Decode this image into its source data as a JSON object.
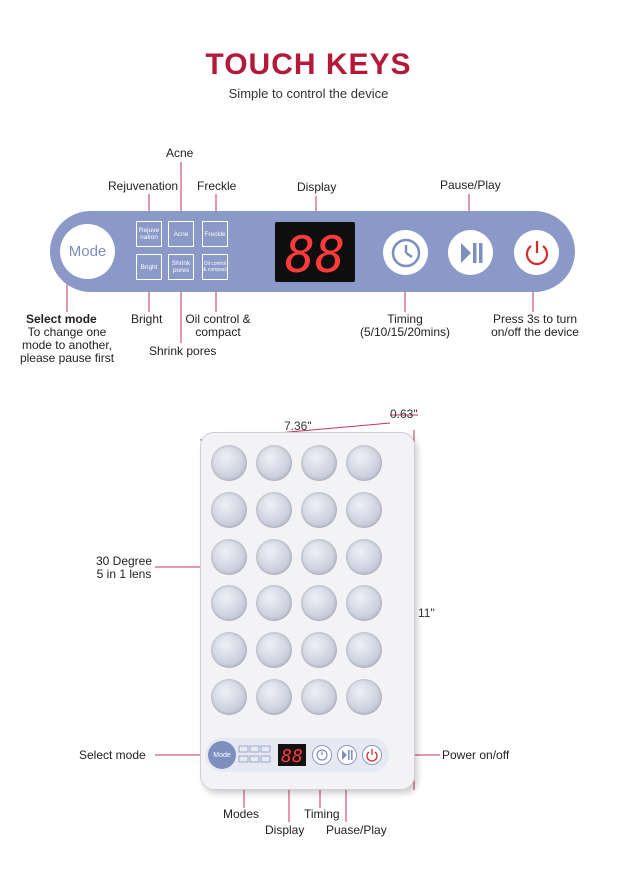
{
  "header": {
    "title": "TOUCH KEYS",
    "subtitle": "Simple to control the device"
  },
  "top_labels": {
    "acne": "Acne",
    "rejuvenation": "Rejuvenation",
    "freckle": "Freckle",
    "display": "Display",
    "pause_play": "Pause/Play",
    "bright": "Bright",
    "oil_control": "Oil control &",
    "oil_control_2": "compact",
    "shrink_pores": "Shrink pores",
    "select_mode": "Select mode",
    "select_mode_desc_1": "To change one",
    "select_mode_desc_2": "mode to another,",
    "select_mode_desc_3": "please pause first",
    "timing": "Timing",
    "timing_options": "(5/10/15/20mins)",
    "power_desc_1": "Press 3s to turn",
    "power_desc_2": "on/off the device"
  },
  "control_bar": {
    "mode_label": "Mode",
    "keys": {
      "rejuvenation": "Rejuve nation",
      "acne": "Acne",
      "freckle": "Freckle",
      "bright": "Bright",
      "shrink_pores": "Shrink pores",
      "oil_control": "Oil control & compact"
    },
    "display_value": "88"
  },
  "device": {
    "width_label": "7.36\"",
    "depth_label": "0.63\"",
    "height_label": "11\"",
    "lens_label_1": "30 Degree",
    "lens_label_2": "5 in 1 lens",
    "select_mode": "Select mode",
    "power": "Power on/off",
    "modes": "Modes",
    "timing": "Timing",
    "display": "Display",
    "pause_play": "Puase/Play",
    "mini_mode": "Mode",
    "mini_display": "88"
  },
  "colors": {
    "accent": "#b5193a",
    "bar": "#8a99c7",
    "power_red": "#d42a2a",
    "leader_line": "#c8325a"
  }
}
